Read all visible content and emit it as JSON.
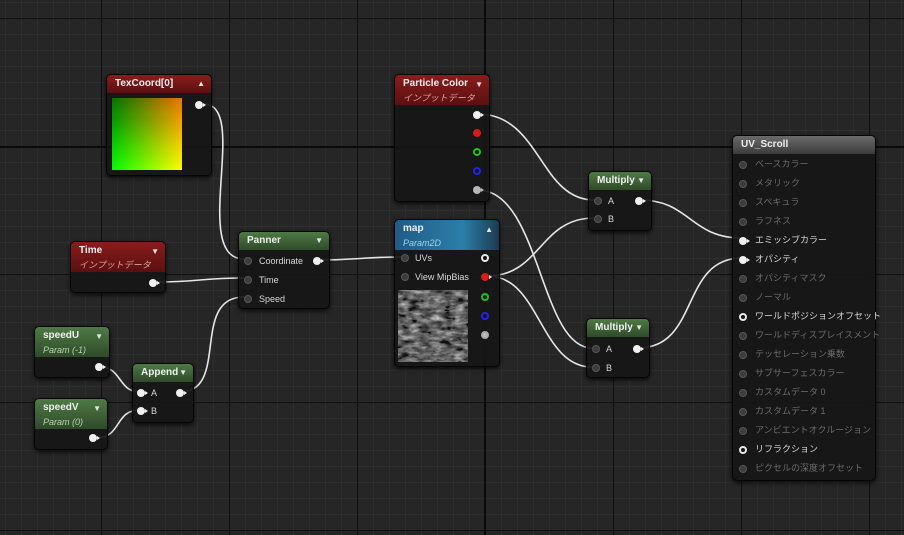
{
  "nodes": {
    "texcoord": {
      "title": "TexCoord[0]"
    },
    "time": {
      "title": "Time",
      "subtitle": "インプットデータ"
    },
    "speed_u": {
      "title": "speedU",
      "subtitle": "Param (-1)"
    },
    "speed_v": {
      "title": "speedV",
      "subtitle": "Param (0)"
    },
    "append": {
      "title": "Append",
      "inputs": [
        "A",
        "B"
      ]
    },
    "panner": {
      "title": "Panner",
      "inputs": [
        "Coordinate",
        "Time",
        "Speed"
      ]
    },
    "particle_color": {
      "title": "Particle Color",
      "subtitle": "インプットデータ"
    },
    "map": {
      "title": "map",
      "subtitle": "Param2D",
      "inputs": [
        "UVs",
        "View MipBias"
      ]
    },
    "multiply1": {
      "title": "Multiply",
      "inputs": [
        "A",
        "B"
      ]
    },
    "multiply2": {
      "title": "Multiply",
      "inputs": [
        "A",
        "B"
      ]
    },
    "material": {
      "title": "UV_Scroll",
      "pins": [
        "ベースカラー",
        "メタリック",
        "スペキュラ",
        "ラフネス",
        "エミッシブカラー",
        "オパシティ",
        "オパシティマスク",
        "ノーマル",
        "ワールドポジションオフセット",
        "ワールドディスプレイスメント",
        "テッセレーション乗数",
        "サブサーフェスカラー",
        "カスタムデータ 0",
        "カスタムデータ 1",
        "アンビエントオクルージョン",
        "リフラクション",
        "ピクセルの深度オフセット"
      ]
    }
  },
  "icons": {
    "collapse": "triangle-down",
    "expand": "triangle-up"
  },
  "colors": {
    "header_red": "#8a1c1c",
    "header_green": "#4e7a44",
    "header_teal": "#2a7fa8",
    "header_gray": "#5a5a5a",
    "wire": "#e6e6e6",
    "pin_red": "#e01818"
  }
}
